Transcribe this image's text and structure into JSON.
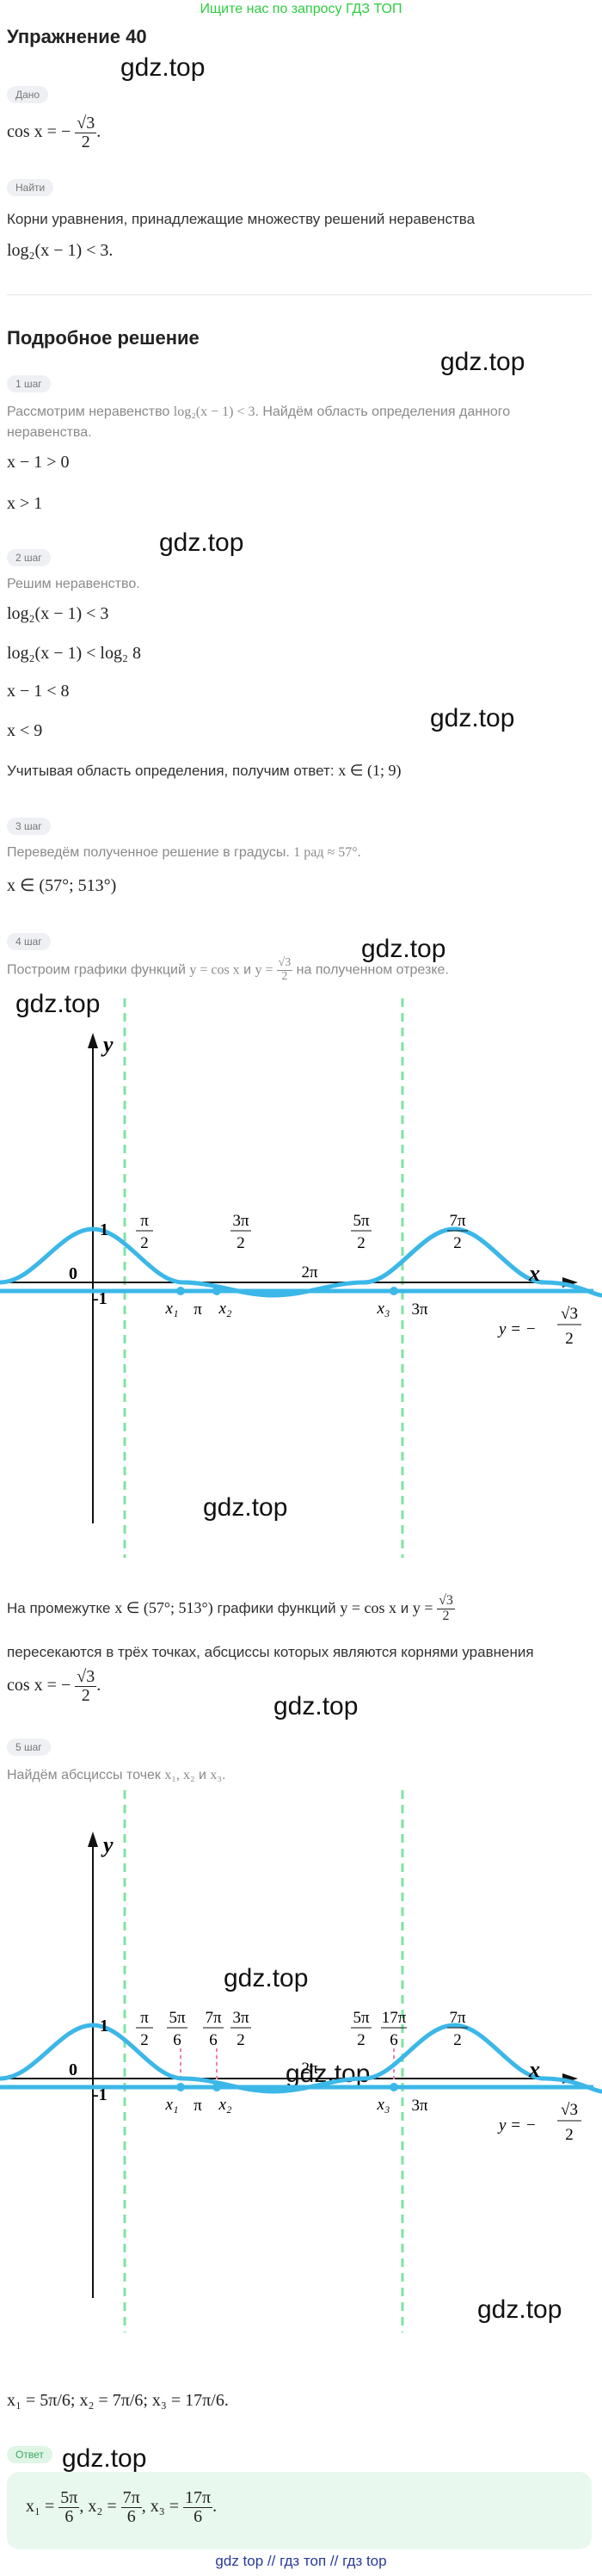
{
  "banner": "Ищите нас по запросу ГДЗ ТОП",
  "title": "Упражнение 40",
  "watermark": "gdz.top",
  "given": {
    "label": "Дано",
    "equation_prefix": "cos x = −",
    "num": "√3",
    "den": "2",
    "suffix": "."
  },
  "find": {
    "label": "Найти",
    "text": "Корни уравнения, принадлежащие множеству решений неравенства",
    "inequality": "log₂(x − 1) < 3."
  },
  "solution_title": "Подробное решение",
  "step1": {
    "label": "1 шаг",
    "text_a": "Рассмотрим неравенство ",
    "text_math": "log₂(x − 1) < 3",
    "text_b": ". Найдём область определения данного неравенства.",
    "line1": "x − 1 > 0",
    "line2": "x > 1"
  },
  "step2": {
    "label": "2 шаг",
    "text": "Решим неравенство.",
    "line1": "log₂(x − 1) < 3",
    "line2": "log₂(x − 1) < log₂ 8",
    "line3": "x − 1 < 8",
    "line4": "x < 9",
    "conclusion_text": "Учитывая область определения, получим ответ: ",
    "conclusion_math": "x ∈ (1; 9)"
  },
  "step3": {
    "label": "3 шаг",
    "text_a": "Переведём полученное решение в градусы. ",
    "text_math": "1 рад ≈ 57°.",
    "line1": "x ∈ (57°; 513°)"
  },
  "step4": {
    "label": "4 шаг",
    "text_a": "Построим графики функций ",
    "text_m1": "y = cos x",
    "text_b": " и ",
    "text_m2": "y = ",
    "text_num": "√3",
    "text_den": "2",
    "text_c": " на полученном отрезке.",
    "after_a": "На промежутке ",
    "after_m1": "x ∈ (57°; 513°)",
    "after_b": " графики функций ",
    "after_m2": "y = cos x",
    "after_c": " и ",
    "after_m3": "y = ",
    "after_num": "√3",
    "after_den": "2",
    "after_line2": "пересекаются в трёх точках, абсциссы которых являются корнями уравнения",
    "eq_prefix": "cos x = −",
    "eq_num": "√3",
    "eq_den": "2",
    "eq_suffix": "."
  },
  "graph": {
    "x_axis": "x",
    "y_axis": "y",
    "zero": "0",
    "one": "1",
    "minus_one": "-1",
    "pi": "π",
    "two_pi": "2π",
    "three_pi": "3π",
    "pi_2_num": "π",
    "pi_2_den": "2",
    "three_pi_2_num": "3π",
    "three_pi_2_den": "2",
    "five_pi_2_num": "5π",
    "five_pi_2_den": "2",
    "seven_pi_2_num": "7π",
    "seven_pi_2_den": "2",
    "x1": "x₁",
    "x2": "x₂",
    "x3": "x₃",
    "line_label_prefix": "y = −",
    "line_label_num": "√3",
    "line_label_den": "2",
    "five_pi_6_num": "5π",
    "five_pi_6_den": "6",
    "seven_pi_6_num": "7π",
    "seven_pi_6_den": "6",
    "seventeen_pi_6_num": "17π",
    "seventeen_pi_6_den": "6",
    "curve_color": "#3bb7e8",
    "boundary_color": "#7fe3a4"
  },
  "step5": {
    "label": "5 шаг",
    "text_a": "Найдём абсциссы точек ",
    "text_math": "x₁, x₂",
    "text_b": " и ",
    "text_math2": "x₃",
    "text_c": ".",
    "result": "x₁ = 5π/6; x₂ = 7π/6; x₃ = 17π/6."
  },
  "answer": {
    "label": "Ответ",
    "x1": "x₁ =",
    "x1_num": "5π",
    "x1_den": "6",
    "x2": ", x₂ =",
    "x2_num": "7π",
    "x2_den": "6",
    "x3": ", x₃ =",
    "x3_num": "17π",
    "x3_den": "6",
    "end": "."
  },
  "footer": "gdz top  //  гдз топ  //  гдз top"
}
